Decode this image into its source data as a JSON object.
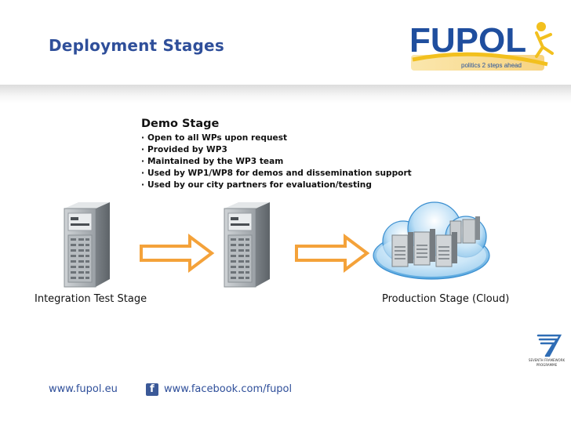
{
  "title": "Deployment Stages",
  "logo": {
    "text": "FUPOL",
    "tagline": "politics 2 steps ahead"
  },
  "demo_stage": {
    "heading": "Demo Stage",
    "bullets": [
      "Open to all WPs upon request",
      "Provided by WP3",
      "Maintained by the WP3 team",
      "Used by WP1/WP8 for demos and dissemination support",
      "Used by our city partners for evaluation/testing"
    ]
  },
  "stages": {
    "integration": "Integration Test Stage",
    "production": "Production Stage (Cloud)"
  },
  "fp7_logo": {
    "line1": "SEVENTH FRAMEWORK",
    "line2": "PROGRAMME"
  },
  "footer": {
    "website": "www.fupol.eu",
    "facebook": "www.facebook.com/fupol"
  },
  "colors": {
    "title": "#2f4f9a",
    "arrow": "#f4a23a",
    "logo_blue": "#1f4e9e",
    "logo_yellow": "#f2c01e"
  }
}
